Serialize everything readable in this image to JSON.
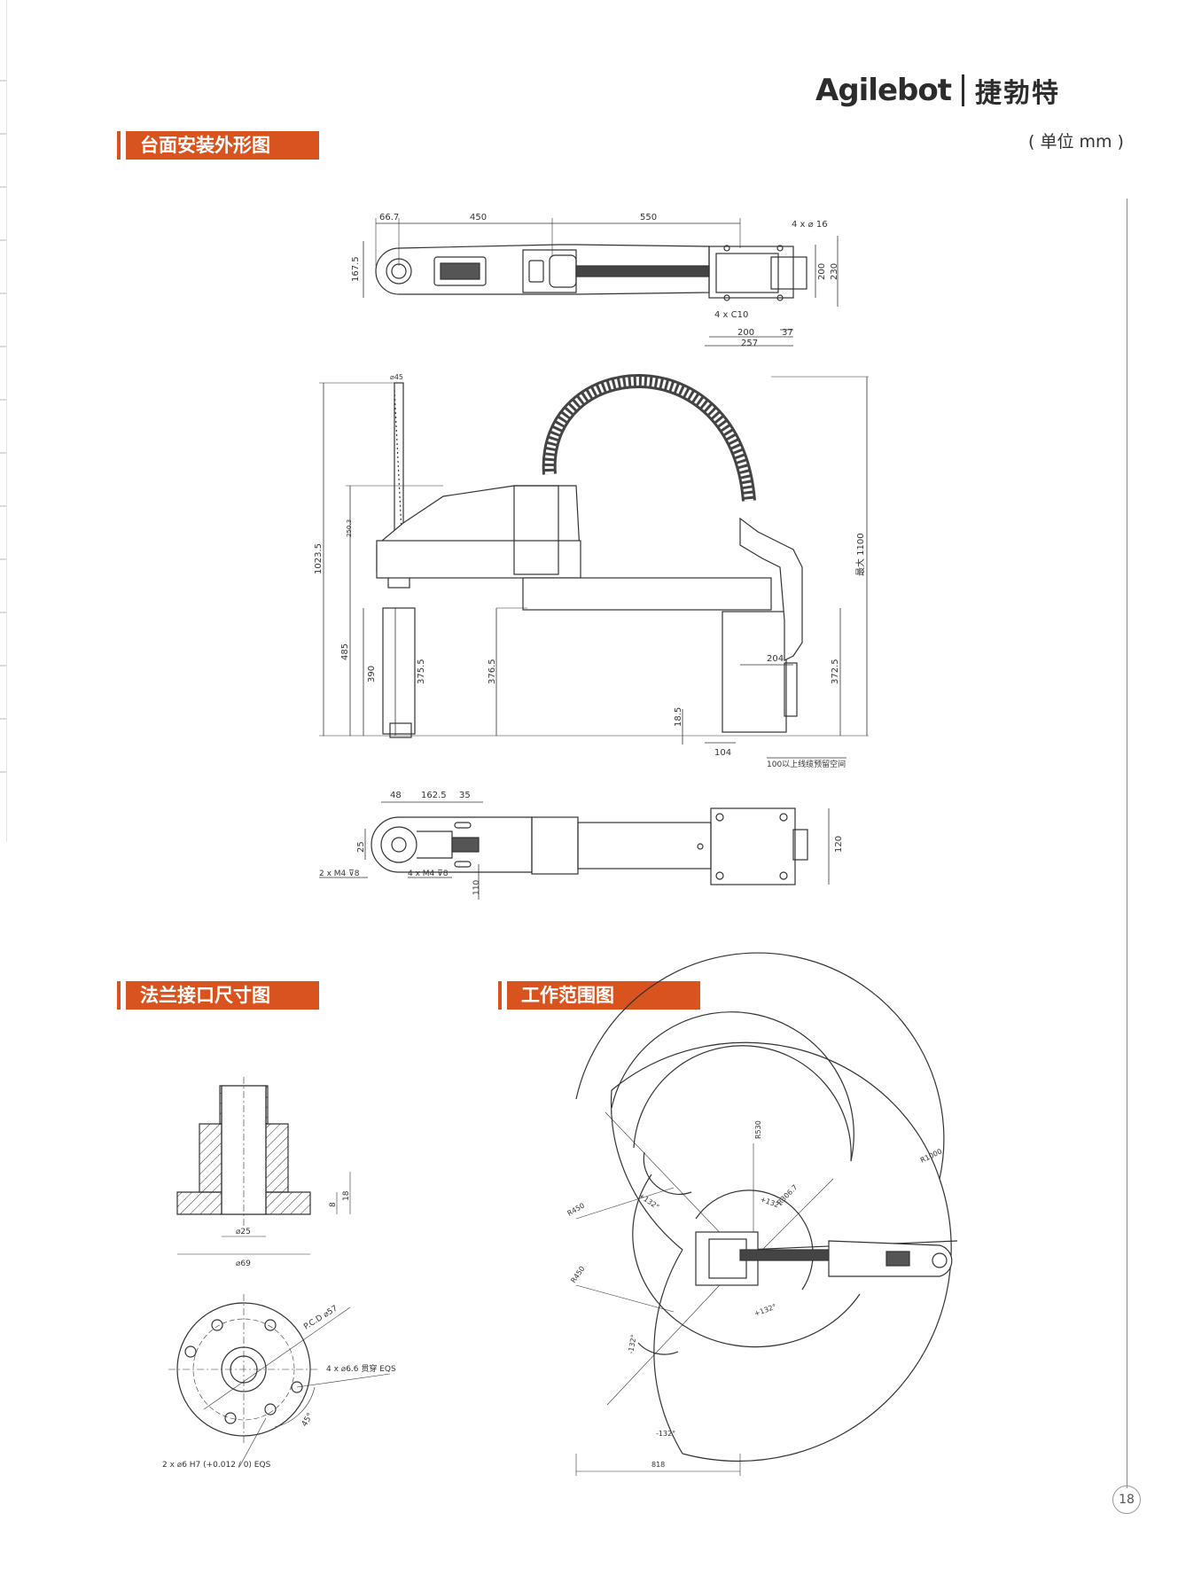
{
  "brand": {
    "name_en": "Agilebot",
    "name_cn": "捷勃特"
  },
  "unit_note": "( 单位 mm )",
  "sections": {
    "mounting": "台面安装外形图",
    "flange": "法兰接口尺寸图",
    "workrange": "工作范围图"
  },
  "page_number": "18",
  "top_view": {
    "dims": [
      "66.7",
      "450",
      "550",
      "4 x  ⌀ 16",
      "167.5",
      "200",
      "230",
      "4 x C10",
      "37",
      "200",
      "257"
    ]
  },
  "side_view": {
    "dims": [
      "⌀45",
      "1023.5",
      "250.3",
      "485",
      "390",
      "375.5",
      "376.5",
      "最大 1100",
      "204",
      "372.5",
      "18.5",
      "104"
    ],
    "note": "100以上线缆预留空间"
  },
  "bottom_view": {
    "dims": [
      "48",
      "162.5",
      "35",
      "25",
      "120",
      "2 x  M4 ⊽8",
      "4 x  M4 ⊽8",
      "110"
    ]
  },
  "flange": {
    "dims": [
      "⌀25",
      "⌀69",
      "18",
      "8",
      "P.C.D ⌀57",
      "4 x ⌀6.6 贯穿 EQS",
      "45°",
      "2 x  ⌀6 H7 (+0.012 / 0) EQS"
    ]
  },
  "workrange": {
    "dims": [
      "R1000",
      "R530",
      "R306.7",
      "R450",
      "R450",
      "+132°",
      "+132°",
      "+132°",
      "-132°",
      "-132°",
      "818"
    ]
  }
}
